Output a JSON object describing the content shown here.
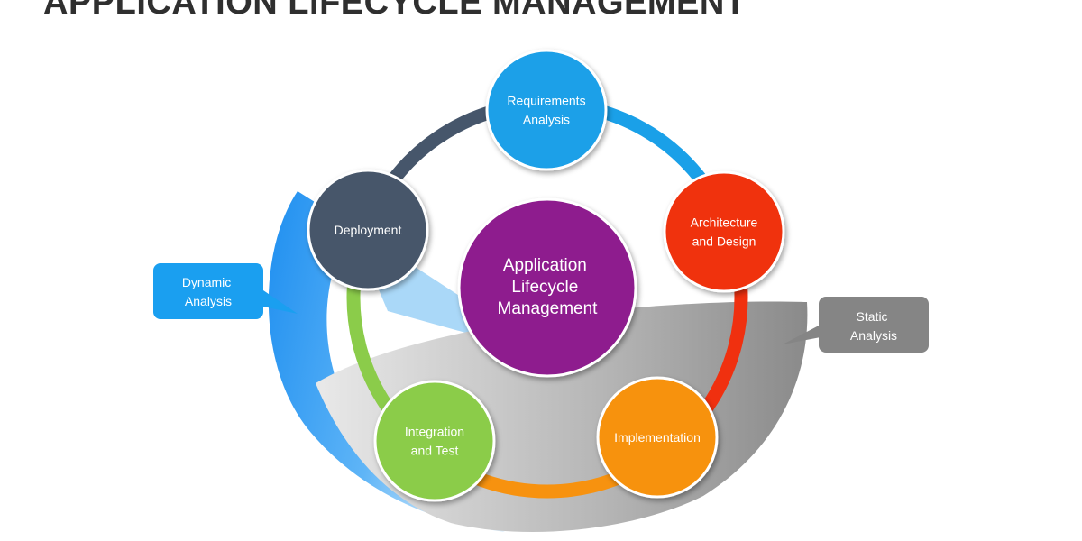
{
  "title": "APPLICATION LIFECYCLE MANAGEMENT",
  "center": {
    "lines": [
      "Application",
      "Lifecycle",
      "Management"
    ],
    "color": "#8e1f8e"
  },
  "nodes": [
    {
      "id": "requirements-analysis",
      "lines": [
        "Requirements",
        "Analysis"
      ],
      "color": "#1aa0e8"
    },
    {
      "id": "architecture-and-design",
      "lines": [
        "Architecture",
        "and Design"
      ],
      "color": "#f0300f"
    },
    {
      "id": "implementation",
      "lines": [
        "Implementation"
      ],
      "color": "#f7920f"
    },
    {
      "id": "integration-and-test",
      "lines": [
        "Integration",
        "and Test"
      ],
      "color": "#8bcc4a"
    },
    {
      "id": "deployment",
      "lines": [
        "Deployment"
      ],
      "color": "#46566b"
    }
  ],
  "callouts": {
    "dynamic": {
      "lines": [
        "Dynamic",
        "Analysis"
      ],
      "color": "#1a9ff0"
    },
    "static": {
      "lines": [
        "Static",
        "Analysis"
      ],
      "color": "#858585"
    }
  }
}
